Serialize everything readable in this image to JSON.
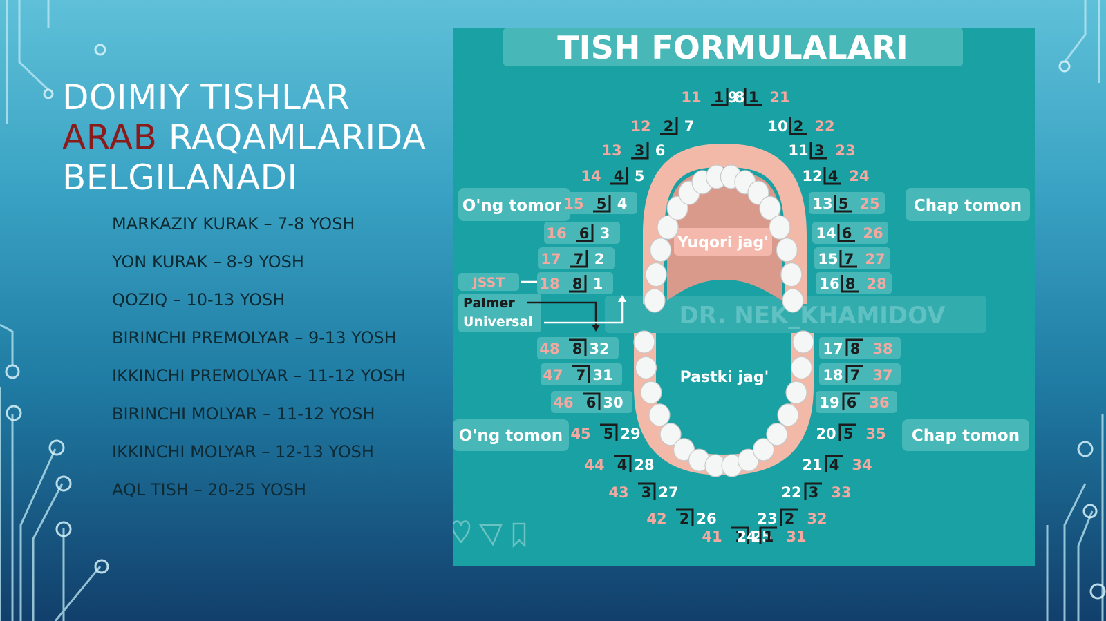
{
  "slide": {
    "title_part1": "DOIMIY TISHLAR",
    "title_accent": "ARAB",
    "title_part2": "RAQAMLARIDA BELGILANADI",
    "accent_color": "#8b1a1a",
    "bullets": [
      "MARKAZIY KURAK – 7-8 YOSH",
      "YON KURAK – 8-9 YOSH",
      "QOZIQ – 10-13 YOSH",
      "BIRINCHI PREMOLYAR – 9-13 YOSH",
      "IKKINCHI PREMOLYAR – 11-12 YOSH",
      "BIRINCHI MOLYAR – 11-12 YOSH",
      "IKKINCHI MOLYAR – 12-13 YOSH",
      "AQL TISH – 20-25 YOSH"
    ]
  },
  "figure": {
    "heading": "TISH FORMULALARI",
    "right_side_upper": "O'ng tomon",
    "left_side_upper": "Chap tomon",
    "right_side_lower": "O'ng tomon",
    "left_side_lower": "Chap tomon",
    "upper_jaw": "Yuqori jag'",
    "lower_jaw": "Pastki jag'",
    "system_jsst": "JSST",
    "system_palmer": "Palmer",
    "system_universal": "Universal",
    "watermark": "DR. NEK_KHAMIDOV",
    "colors": {
      "panel": "#1aa1a3",
      "box": "#48b7b8",
      "gum": "#f2b8a8",
      "palate": "#d99a8c",
      "tooth": "#f4f7f6",
      "pink_number": "#f4a9a0",
      "white_number": "#ffffff",
      "dark_number": "#1c1c1c"
    },
    "upper_rows": [
      {
        "left_jsst": "18",
        "left_palmer": "8",
        "left_univ": "1",
        "right_univ": "16",
        "right_palmer": "8",
        "right_jsst": "28"
      },
      {
        "left_jsst": "17",
        "left_palmer": "7",
        "left_univ": "2",
        "right_univ": "15",
        "right_palmer": "7",
        "right_jsst": "27"
      },
      {
        "left_jsst": "16",
        "left_palmer": "6",
        "left_univ": "3",
        "right_univ": "14",
        "right_palmer": "6",
        "right_jsst": "26"
      },
      {
        "left_jsst": "15",
        "left_palmer": "5",
        "left_univ": "4",
        "right_univ": "13",
        "right_palmer": "5",
        "right_jsst": "25"
      },
      {
        "left_jsst": "14",
        "left_palmer": "4",
        "left_univ": "5",
        "right_univ": "12",
        "right_palmer": "4",
        "right_jsst": "24"
      },
      {
        "left_jsst": "13",
        "left_palmer": "3",
        "left_univ": "6",
        "right_univ": "11",
        "right_palmer": "3",
        "right_jsst": "23"
      },
      {
        "left_jsst": "12",
        "left_palmer": "2",
        "left_univ": "7",
        "right_univ": "10",
        "right_palmer": "2",
        "right_jsst": "22"
      },
      {
        "left_jsst": "11",
        "left_palmer": "1",
        "left_univ": "8",
        "right_univ": "9",
        "right_palmer": "1",
        "right_jsst": "21"
      }
    ],
    "lower_rows": [
      {
        "left_jsst": "48",
        "left_palmer": "8",
        "left_univ": "32",
        "right_univ": "17",
        "right_palmer": "8",
        "right_jsst": "38"
      },
      {
        "left_jsst": "47",
        "left_palmer": "7",
        "left_univ": "31",
        "right_univ": "18",
        "right_palmer": "7",
        "right_jsst": "37"
      },
      {
        "left_jsst": "46",
        "left_palmer": "6",
        "left_univ": "30",
        "right_univ": "19",
        "right_palmer": "6",
        "right_jsst": "36"
      },
      {
        "left_jsst": "45",
        "left_palmer": "5",
        "left_univ": "29",
        "right_univ": "20",
        "right_palmer": "5",
        "right_jsst": "35"
      },
      {
        "left_jsst": "44",
        "left_palmer": "4",
        "left_univ": "28",
        "right_univ": "21",
        "right_palmer": "4",
        "right_jsst": "34"
      },
      {
        "left_jsst": "43",
        "left_palmer": "3",
        "left_univ": "27",
        "right_univ": "22",
        "right_palmer": "3",
        "right_jsst": "33"
      },
      {
        "left_jsst": "42",
        "left_palmer": "2",
        "left_univ": "26",
        "right_univ": "23",
        "right_palmer": "2",
        "right_jsst": "32"
      },
      {
        "left_jsst": "41",
        "left_palmer": "1",
        "left_univ": "25",
        "right_univ": "24",
        "right_palmer": "1",
        "right_jsst": "31"
      }
    ]
  }
}
